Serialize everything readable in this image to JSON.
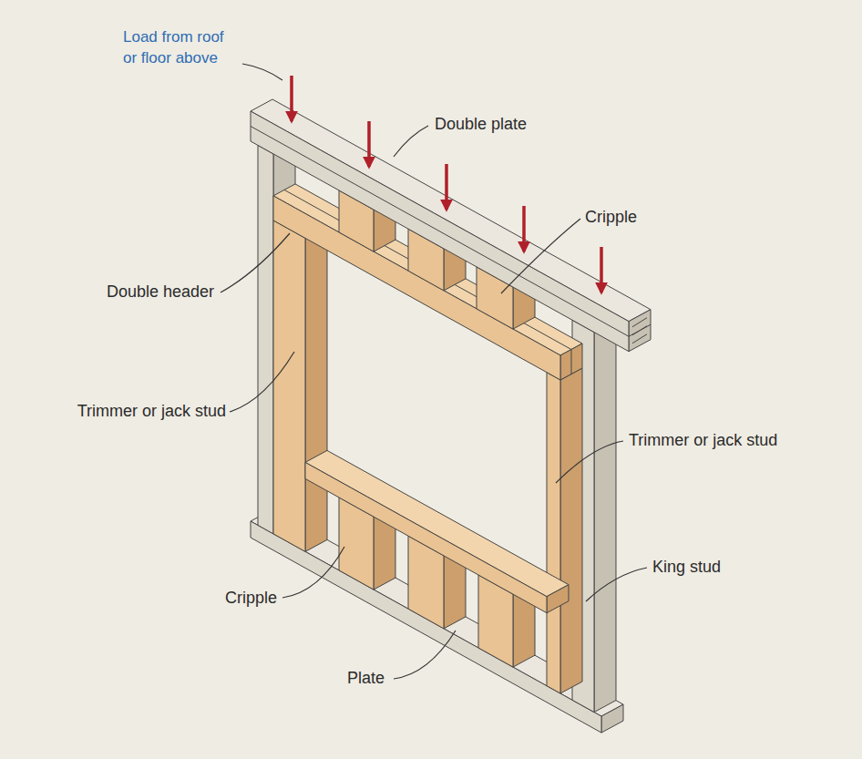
{
  "diagram": {
    "labels": [
      "Load from roof or floor above",
      "Double plate",
      "Cripple",
      "Double header",
      "Trimmer or jack stud",
      "Trimmer or jack stud",
      "King stud",
      "Cripple",
      "Plate"
    ]
  }
}
